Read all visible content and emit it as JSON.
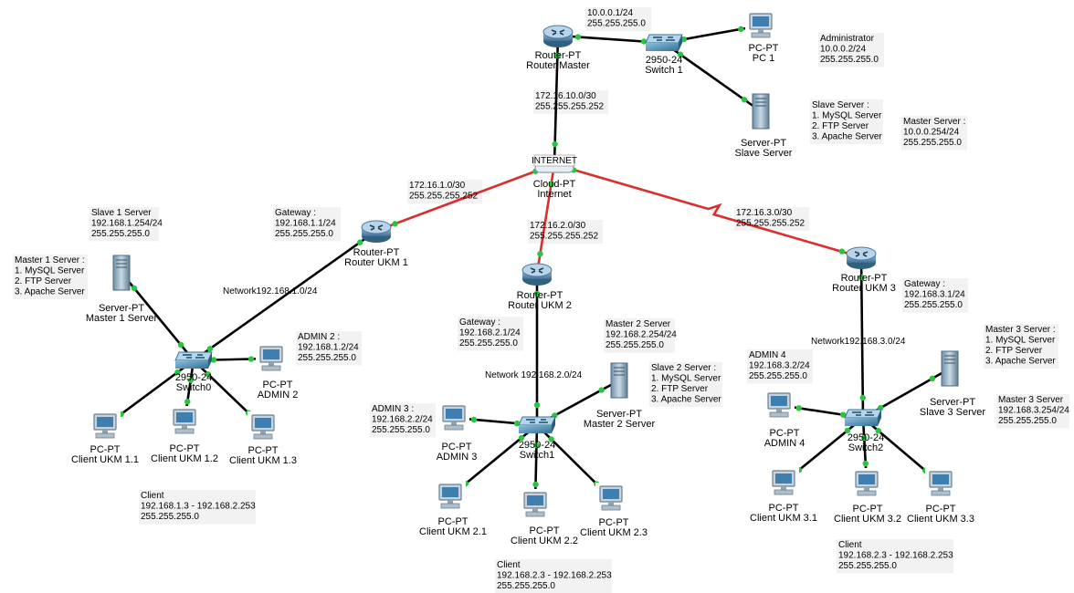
{
  "nodes": {
    "router_master": {
      "type": "Router-PT",
      "name": "Router Master"
    },
    "switch1": {
      "type": "2950-24",
      "name": "Switch 1"
    },
    "pc1": {
      "type": "PC-PT",
      "name": "PC 1"
    },
    "slave_server": {
      "type": "Server-PT",
      "name": "Slave Server"
    },
    "internet": {
      "type": "Cloud-PT",
      "name": "Internet",
      "badge": "INTERNET"
    },
    "router_ukm1": {
      "type": "Router-PT",
      "name": "Router UKM 1"
    },
    "router_ukm2": {
      "type": "Router-PT",
      "name": "Router UKM 2"
    },
    "router_ukm3": {
      "type": "Router-PT",
      "name": "Router UKM 3"
    },
    "switch0": {
      "type": "2950-24",
      "name": "Switch0"
    },
    "switch1b": {
      "type": "2950-24",
      "name": "Switch1"
    },
    "switch2": {
      "type": "2950-24",
      "name": "Switch2"
    },
    "master1": {
      "type": "Server-PT",
      "name": "Master 1 Server"
    },
    "admin2": {
      "type": "PC-PT",
      "name": "ADMIN 2"
    },
    "c11": {
      "type": "PC-PT",
      "name": "Client UKM 1.1"
    },
    "c12": {
      "type": "PC-PT",
      "name": "Client UKM 1.2"
    },
    "c13": {
      "type": "PC-PT",
      "name": "Client UKM 1.3"
    },
    "master2": {
      "type": "Server-PT",
      "name": "Master 2 Server"
    },
    "admin3": {
      "type": "PC-PT",
      "name": "ADMIN 3"
    },
    "c21": {
      "type": "PC-PT",
      "name": "Client UKM 2.1"
    },
    "c22": {
      "type": "PC-PT",
      "name": "Client UKM 2.2"
    },
    "c23": {
      "type": "PC-PT",
      "name": "Client UKM 2.3"
    },
    "slave3": {
      "type": "Server-PT",
      "name": "Slave 3 Server"
    },
    "admin4": {
      "type": "PC-PT",
      "name": "ADMIN 4"
    },
    "c31": {
      "type": "PC-PT",
      "name": "Client UKM 3.1"
    },
    "c32": {
      "type": "PC-PT",
      "name": "Client UKM 3.2"
    },
    "c33": {
      "type": "PC-PT",
      "name": "Client UKM 3.3"
    }
  },
  "link_labels": {
    "master_net": [
      "10.0.0.1/24",
      "255.255.255.0"
    ],
    "master_wan": [
      "172.16.10.0/30",
      "255.255.255.252"
    ],
    "wan1": [
      "172.16.1.0/30",
      "255.255.255.252"
    ],
    "wan2": [
      "172.16.2.0/30",
      "255.255.255.252"
    ],
    "wan3": [
      "172.16.3.0/30",
      "255.255.255.252"
    ],
    "net1": "Network192.168.1.0/24",
    "net2": "Network 192.168.2.0/24",
    "net3": "Network192.168.3.0/24"
  },
  "notes": {
    "administrator": [
      "Administrator",
      "10.0.0.2/24",
      "255.255.255.0"
    ],
    "slave_server": [
      "Slave Server :",
      "1. MySQL Server",
      "2. FTP Server",
      "3. Apache Server"
    ],
    "master_server": [
      "Master Server :",
      "10.0.0.254/24",
      "255.255.255.0"
    ],
    "slave1": [
      "Slave 1 Server",
      "192.168.1.254/24",
      "255.255.255.0"
    ],
    "master1": [
      "Master 1 Server :",
      "1. MySQL Server",
      "2. FTP Server",
      "3. Apache Server"
    ],
    "gw1": [
      "Gateway :",
      "192.168.1.1/24",
      "255.255.255.0"
    ],
    "admin2": [
      "ADMIN 2 :",
      "192.168.1.2/24",
      "255.255.255.0"
    ],
    "client1": [
      "Client",
      "192.168.1.3 - 192.168.2.253",
      "255.255.255.0"
    ],
    "gw2": [
      "Gateway :",
      "192.168.2.1/24",
      "255.255.255.0"
    ],
    "master2": [
      "Master 2 Server",
      "192.168.2.254/24",
      "255.255.255.0"
    ],
    "slave2": [
      "Slave 2 Server :",
      "1. MySQL Server",
      "2. FTP Server",
      "3. Apache Server"
    ],
    "admin3": [
      "ADMIN 3 :",
      "192.168.2.2/24",
      "255.255.255.0"
    ],
    "client2": [
      "Client",
      "192.168.2.3 - 192.168.2.253",
      "255.255.255.0"
    ],
    "gw3": [
      "Gateway :",
      "192.168.3.1/24",
      "255.255.255.0"
    ],
    "master3_list": [
      "Master 3 Server :",
      "1. MySQL Server",
      "2. FTP Server",
      "3. Apache Server"
    ],
    "admin4": [
      "ADMIN 4",
      "192.168.3.2/24",
      "255.255.255.0"
    ],
    "master3_ip": [
      "Master 3 Server",
      "192.168.3.254/24",
      "255.255.255.0"
    ],
    "client3": [
      "Client",
      "192.168.2.3 - 192.168.2.253",
      "255.255.255.0"
    ]
  },
  "colors": {
    "ethernet": "#000000",
    "wan": "#d9302f",
    "port": "#29c53f",
    "router": "#5c8fb8",
    "switch": "#3f7fa8",
    "note_bg": "#f2f2f2"
  }
}
